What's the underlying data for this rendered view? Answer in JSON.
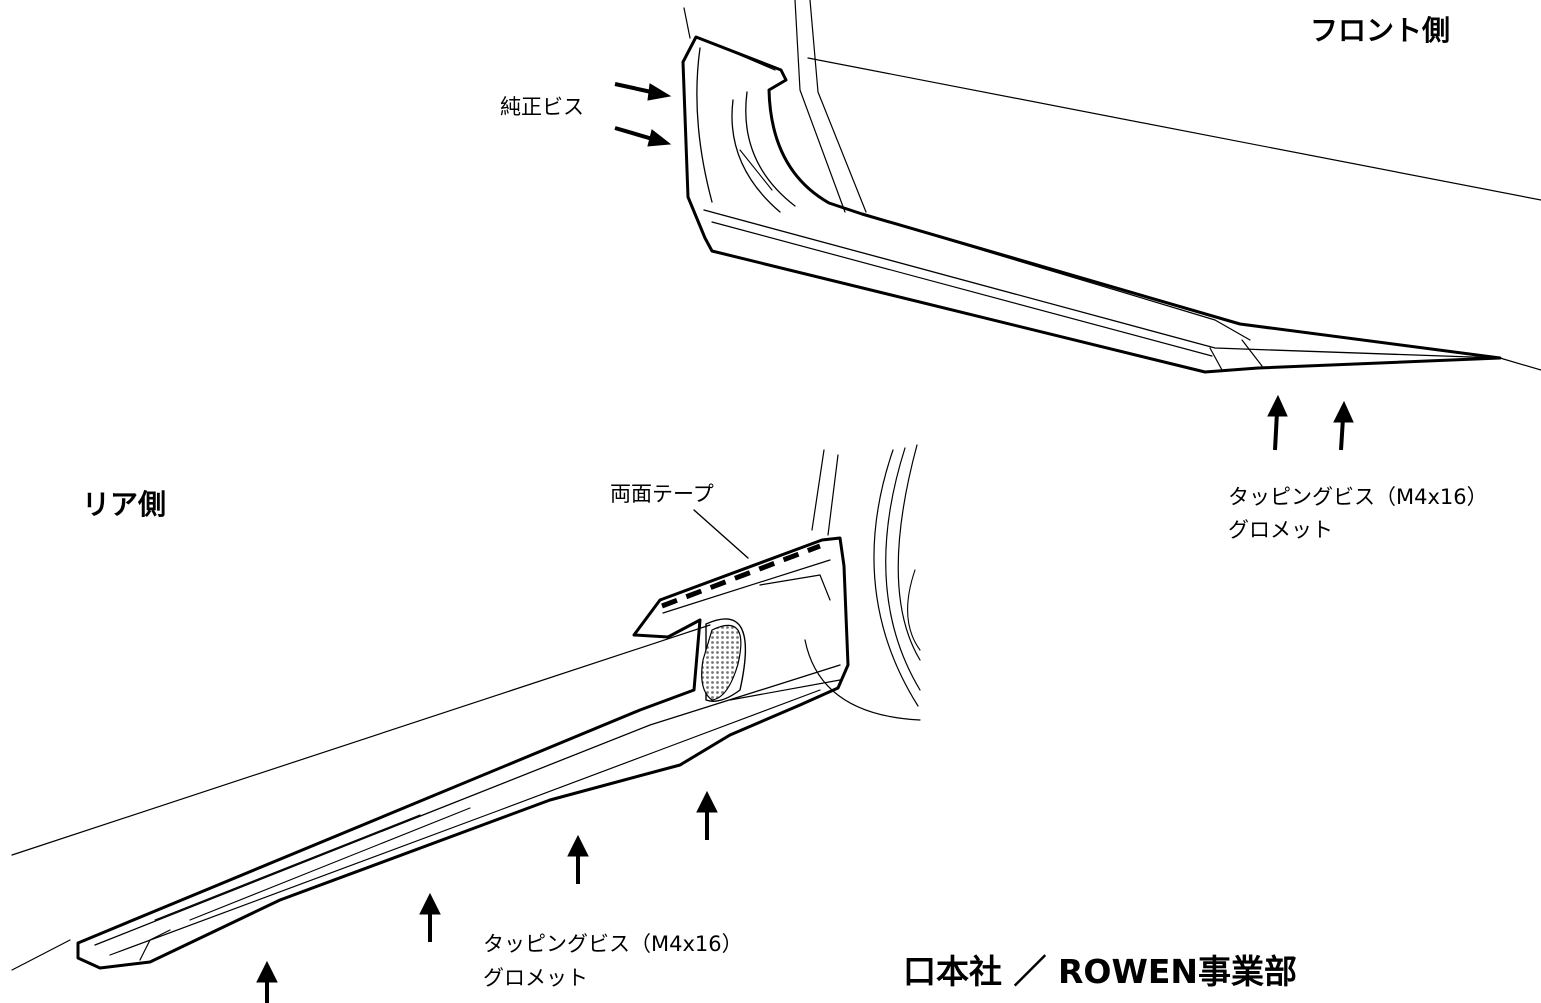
{
  "labels": {
    "front_title": "フロント側",
    "rear_title": "リア側",
    "front_screw": "純正ビス",
    "front_tapping_line1": "タッピングビス（M4x16）",
    "front_tapping_line2": "グロメット",
    "rear_tape": "両面テープ",
    "rear_tapping_line1": "タッピングビス（M4x16）",
    "rear_tapping_line2": "グロメット",
    "company": "口本社 ／ ROWEN事業部"
  },
  "icons": {
    "arrow": "arrow-icon",
    "vent_mesh": "mesh-vent-icon"
  },
  "colors": {
    "ink": "#000000",
    "paper": "#ffffff",
    "mesh": "#777777"
  }
}
